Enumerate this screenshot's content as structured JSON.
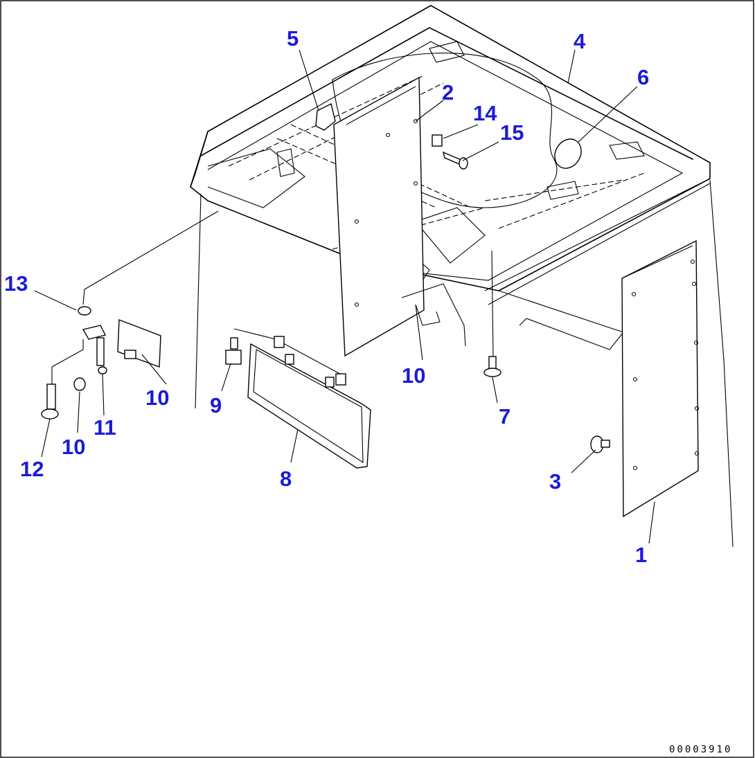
{
  "callout_color": "#1a1adb",
  "callouts": [
    {
      "id": "c5",
      "label": "5"
    },
    {
      "id": "c4",
      "label": "4"
    },
    {
      "id": "c2",
      "label": "2"
    },
    {
      "id": "c6",
      "label": "6"
    },
    {
      "id": "c14",
      "label": "14"
    },
    {
      "id": "c15",
      "label": "15"
    },
    {
      "id": "c13",
      "label": "13"
    },
    {
      "id": "c10a",
      "label": "10"
    },
    {
      "id": "c9",
      "label": "9"
    },
    {
      "id": "c10b",
      "label": "10"
    },
    {
      "id": "c11",
      "label": "11"
    },
    {
      "id": "c10c",
      "label": "10"
    },
    {
      "id": "c7",
      "label": "7"
    },
    {
      "id": "c12",
      "label": "12"
    },
    {
      "id": "c8",
      "label": "8"
    },
    {
      "id": "c3",
      "label": "3"
    },
    {
      "id": "c1",
      "label": "1"
    }
  ],
  "drawing_code": "00003910"
}
